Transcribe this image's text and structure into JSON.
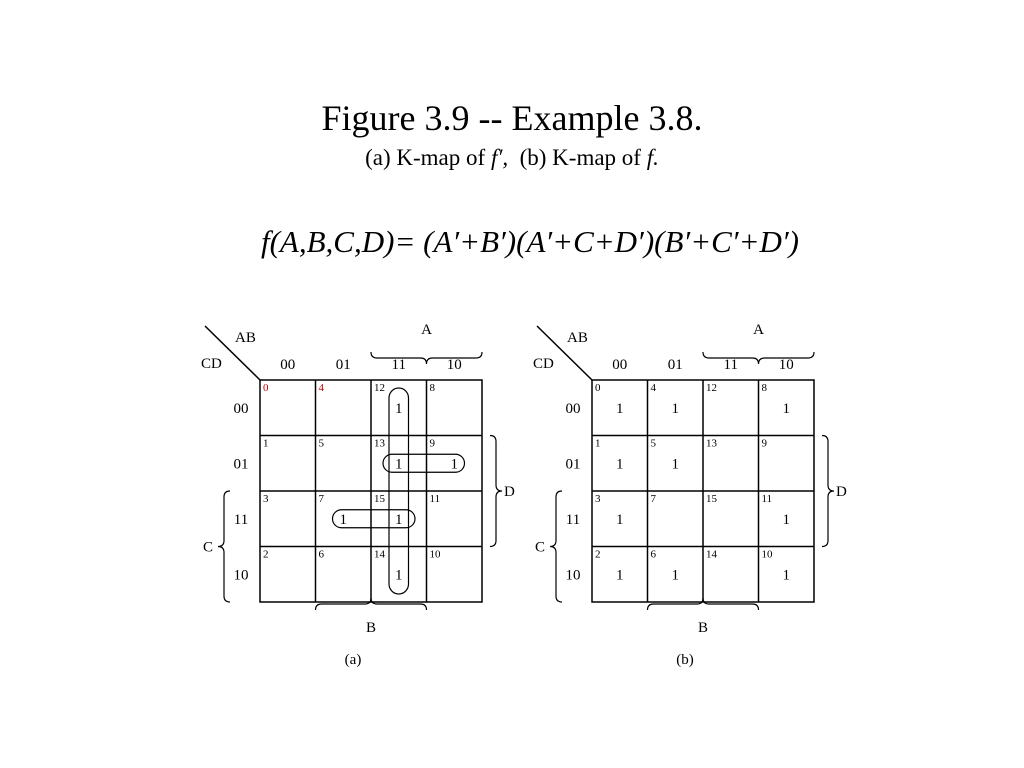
{
  "figure": {
    "title": "Figure 3.9 -- Example 3.8.",
    "subtitle_a_prefix": "(a) K-map of ",
    "subtitle_a_var": "f′,",
    "subtitle_b_prefix": "(b) K-map of ",
    "subtitle_b_var": "f.",
    "equation": "f(A,B,C,D)= (A′+B′)(A′+C+D′)(B′+C′+D′)"
  },
  "kmap_a": {
    "corner_col_label": "AB",
    "corner_row_label": "CD",
    "col_codes": [
      "00",
      "01",
      "11",
      "10"
    ],
    "row_codes": [
      "00",
      "01",
      "11",
      "10"
    ],
    "brace_A": "A",
    "brace_B": "B",
    "brace_C": "C",
    "brace_D": "D",
    "cell_indices": [
      [
        "0",
        "4",
        "12",
        "8"
      ],
      [
        "1",
        "5",
        "13",
        "9"
      ],
      [
        "3",
        "7",
        "15",
        "11"
      ],
      [
        "2",
        "6",
        "14",
        "10"
      ]
    ],
    "highlight_indices": [
      "0",
      "4"
    ],
    "highlight_color": "#c00000",
    "ones": [
      [
        "",
        "",
        "1",
        ""
      ],
      [
        "",
        "",
        "1",
        "1"
      ],
      [
        "",
        "1",
        "1",
        ""
      ],
      [
        "",
        "",
        "1",
        ""
      ]
    ],
    "caption": "(a)"
  },
  "kmap_b": {
    "corner_col_label": "AB",
    "corner_row_label": "CD",
    "col_codes": [
      "00",
      "01",
      "11",
      "10"
    ],
    "row_codes": [
      "00",
      "01",
      "11",
      "10"
    ],
    "brace_A": "A",
    "brace_B": "B",
    "brace_C": "C",
    "brace_D": "D",
    "cell_indices": [
      [
        "0",
        "4",
        "12",
        "8"
      ],
      [
        "1",
        "5",
        "13",
        "9"
      ],
      [
        "3",
        "7",
        "15",
        "11"
      ],
      [
        "2",
        "6",
        "14",
        "10"
      ]
    ],
    "ones": [
      [
        "1",
        "1",
        "",
        "1"
      ],
      [
        "1",
        "1",
        "",
        ""
      ],
      [
        "1",
        "",
        "",
        "1"
      ],
      [
        "1",
        "1",
        "",
        "1"
      ]
    ],
    "caption": "(b)"
  }
}
